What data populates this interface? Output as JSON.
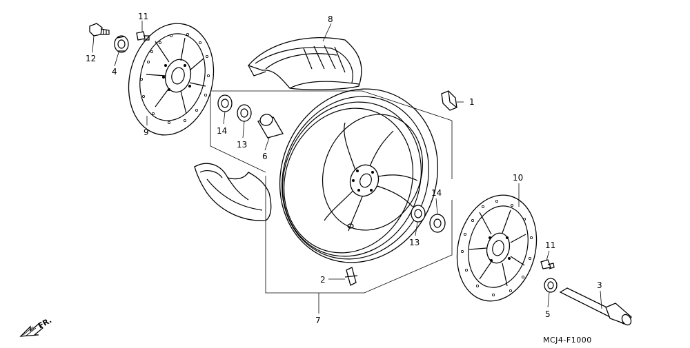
{
  "diagram": {
    "callouts": {
      "c1": "1",
      "c2": "2",
      "c3": "3",
      "c4": "4",
      "c5": "5",
      "c6": "6",
      "c7": "7",
      "c8": "8",
      "c9": "9",
      "c10": "10",
      "c11a": "11",
      "c11b": "11",
      "c12": "12",
      "c13a": "13",
      "c13b": "13",
      "c14a": "14",
      "c14b": "14"
    },
    "direction_label": "FR.",
    "drawing_code": "MCJ4-F1000"
  }
}
